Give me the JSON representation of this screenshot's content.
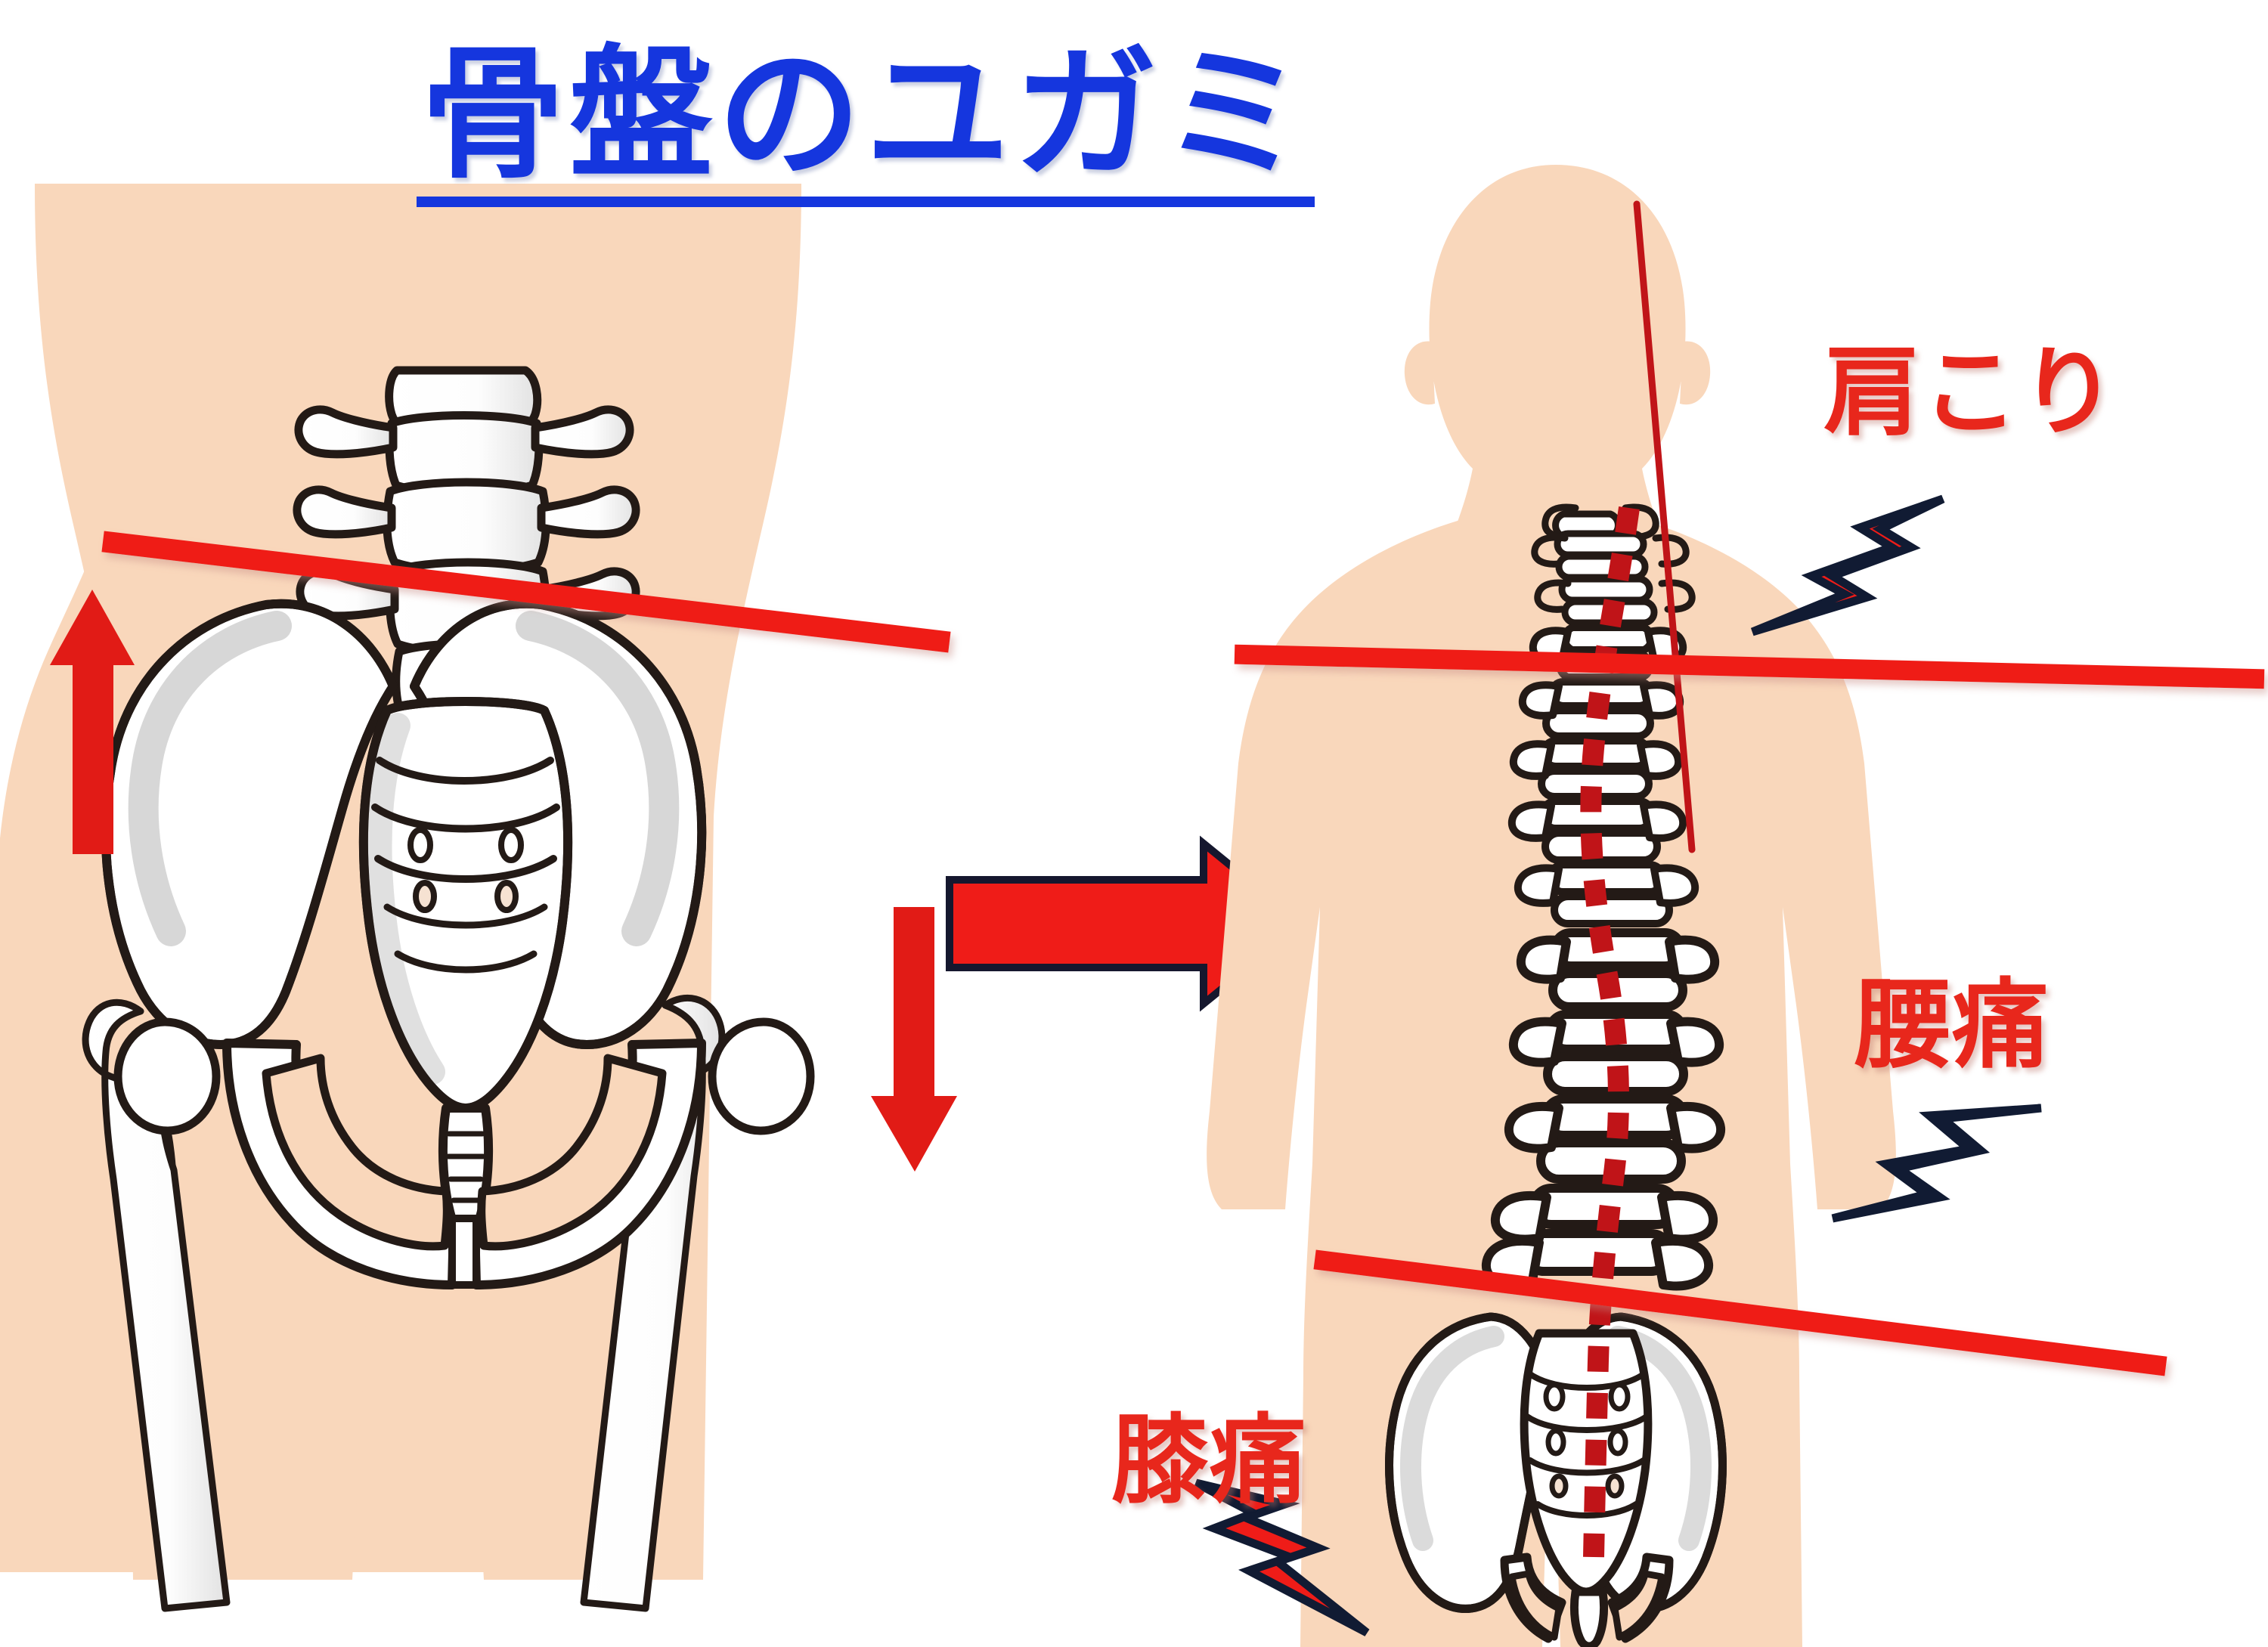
{
  "page": {
    "title": "骨盤のユガミ",
    "title_color": "#1536de",
    "background_color": "#ffffff",
    "skin_color": "#f9d7bb",
    "bone_color": "#ffffff",
    "bone_shadow_color": "#d9d9d9",
    "outline_color": "#231a16",
    "accent_red": "#ef1c18",
    "dark_red": "#c01418",
    "bolt_outline": "#111b33"
  },
  "left_panel": {
    "name": "pelvis-front-view",
    "description": "骨盤の前面図（腰椎・仙骨・腸骨・大腿骨）",
    "markers": [
      {
        "name": "tilt-line",
        "label": "骨盤の傾きライン",
        "color": "#ef1c18"
      },
      {
        "name": "up-arrow",
        "label": "上がっている側",
        "color": "#e11b16",
        "direction": "up"
      },
      {
        "name": "down-arrow",
        "label": "下がっている側",
        "color": "#e11b16",
        "direction": "down"
      }
    ]
  },
  "center": {
    "arrow": {
      "name": "flow-arrow",
      "label": "次の状態へ",
      "direction": "right",
      "color": "#ef1c18"
    }
  },
  "right_panel": {
    "name": "spine-back-view",
    "description": "背面から見た脊柱の側弯と骨盤の傾き",
    "markers": [
      {
        "name": "plumb-line",
        "label": "垂直基準線",
        "color": "#c01418"
      },
      {
        "name": "spine-curve-line",
        "label": "脊柱のゆがみ（破線）",
        "color": "#c01418"
      },
      {
        "name": "shoulder-line",
        "label": "肩のラインの傾き",
        "color": "#ef1c18"
      },
      {
        "name": "hip-line",
        "label": "骨盤のラインの傾き",
        "color": "#ef1c18"
      }
    ]
  },
  "symptoms": [
    {
      "id": "shoulder",
      "label": "肩こり",
      "color": "#e8271c",
      "bolt": "lightning-bolt-shoulder"
    },
    {
      "id": "lowback",
      "label": "腰痛",
      "color": "#e8271c",
      "bolt": "lightning-bolt-lowback"
    },
    {
      "id": "knee",
      "label": "膝痛",
      "color": "#e8271c",
      "bolt": "lightning-bolt-knee"
    }
  ]
}
